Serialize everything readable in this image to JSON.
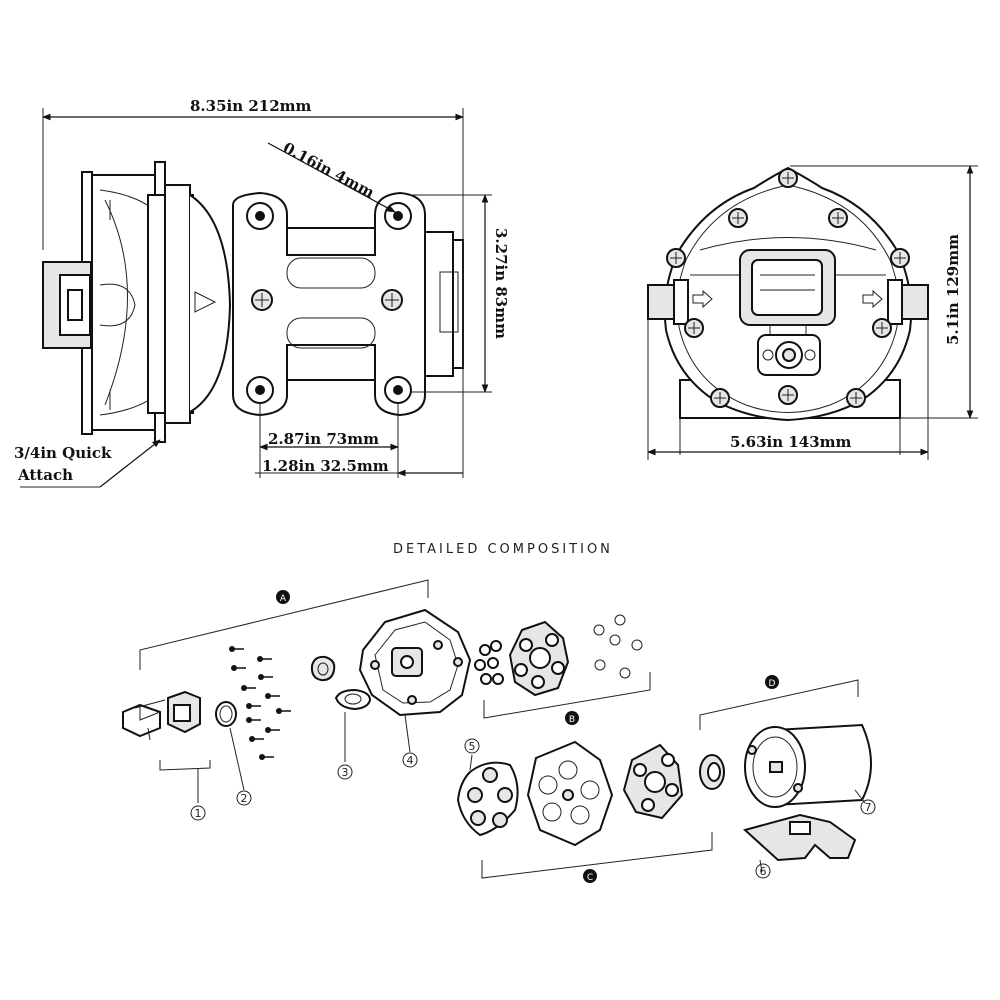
{
  "side_view": {
    "overall_length": "8.35in  212mm",
    "hole_diameter": "0.16in  4mm",
    "height": "3.27in  83mm",
    "hole_spacing": "2.87in  73mm",
    "hole_offset": "1.28in  32.5mm",
    "port_label_line1": "3/4in Quick",
    "port_label_line2": "Attach"
  },
  "front_view": {
    "height": "5.1in  129mm",
    "width": "5.63in 143mm"
  },
  "exploded_view": {
    "heading": "DETAILED COMPOSITION",
    "group_labels": [
      "A",
      "B",
      "C",
      "D"
    ],
    "part_numbers": [
      "1",
      "2",
      "3",
      "4",
      "5",
      "6",
      "7"
    ]
  }
}
